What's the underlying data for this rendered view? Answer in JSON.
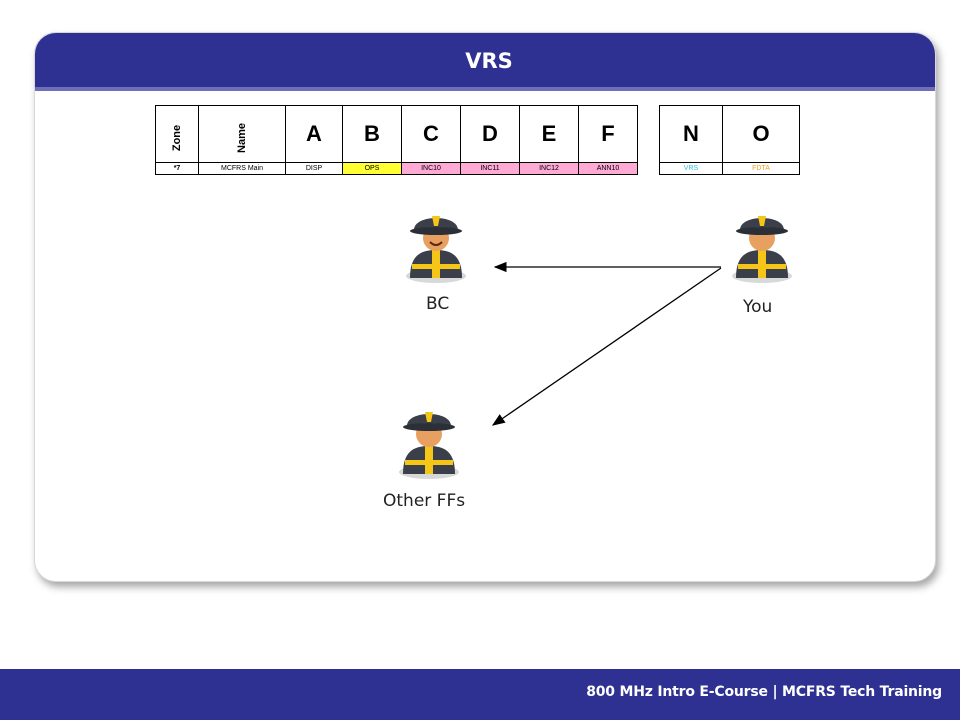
{
  "header": {
    "title": "VRS"
  },
  "footer": {
    "text": "800 MHz Intro E-Course | MCFRS Tech Training"
  },
  "table_left": {
    "headers": [
      "Zone",
      "Name",
      "A",
      "B",
      "C",
      "D",
      "E",
      "F"
    ],
    "row": [
      "*7",
      "MCFRS Main",
      "DISP",
      "OPS",
      "INC10",
      "INC11",
      "INC12",
      "ANN10"
    ]
  },
  "table_right": {
    "headers": [
      "N",
      "O"
    ],
    "row": [
      "VRS",
      "FDTA"
    ]
  },
  "figures": {
    "bc_label": "BC",
    "you_label": "You",
    "others_label": "Other FFs"
  },
  "colors": {
    "header_bg": "#2e3192",
    "highlight_yellow": "#ffff33",
    "highlight_pink": "#ffaad4",
    "text_cyan": "#33c0e8",
    "text_orange": "#f0a020"
  },
  "icons": [
    "firefighter-icon",
    "arrow-icon"
  ]
}
